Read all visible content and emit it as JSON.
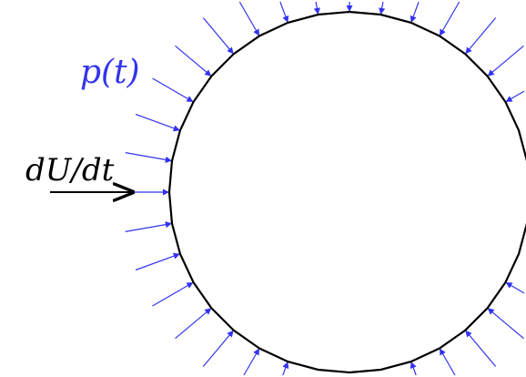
{
  "labels": {
    "pressure": "p(t)",
    "velocity_rate": "dU/dt"
  },
  "colors": {
    "pressure": "#3333ee",
    "outline": "#000000",
    "text": "#000000"
  },
  "arrow_count": 36
}
